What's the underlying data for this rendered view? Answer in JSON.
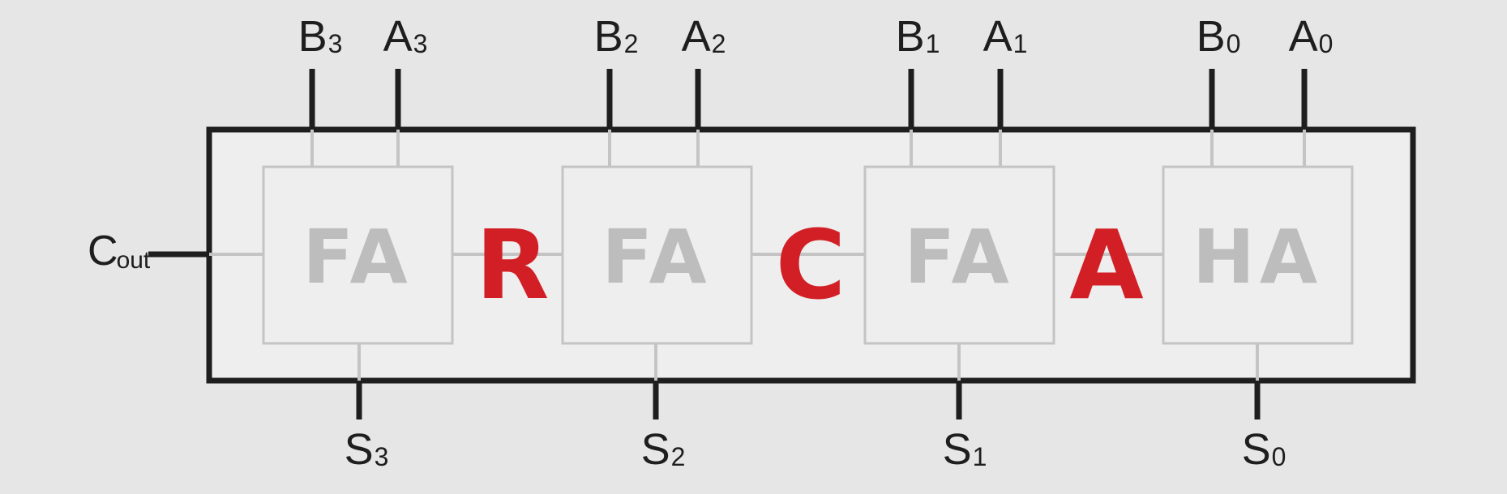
{
  "title_letters": [
    "R",
    "C",
    "A"
  ],
  "blocks": [
    {
      "label": "FA",
      "a_input": "A",
      "a_sub": "3",
      "b_input": "B",
      "b_sub": "3",
      "sum": "S",
      "sum_sub": "3"
    },
    {
      "label": "FA",
      "a_input": "A",
      "a_sub": "2",
      "b_input": "B",
      "b_sub": "2",
      "sum": "S",
      "sum_sub": "2"
    },
    {
      "label": "FA",
      "a_input": "A",
      "a_sub": "1",
      "b_input": "B",
      "b_sub": "1",
      "sum": "S",
      "sum_sub": "1"
    },
    {
      "label": "HA",
      "a_input": "A",
      "a_sub": "0",
      "b_input": "B",
      "b_sub": "0",
      "sum": "S",
      "sum_sub": "0"
    }
  ],
  "carry_out": {
    "main": "C",
    "sub": "out"
  },
  "colors": {
    "background": "#e6e6e6",
    "outer_box_fill": "#eeeeee",
    "outline": "#1e1e1e",
    "block_outline": "#c4c4c4",
    "block_text": "#bdbdbd",
    "accent": "#d21f26"
  }
}
